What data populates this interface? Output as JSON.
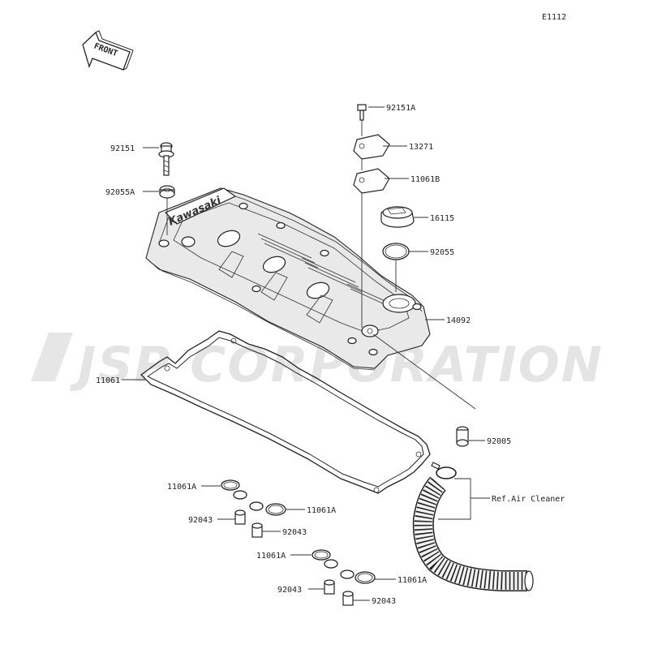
{
  "diagram_code": "E1112",
  "front_label": "FRONT",
  "watermark": "JSP CORPORATION",
  "engraving": "Kawasaki",
  "callouts": {
    "c92151A": "92151A",
    "c13271": "13271",
    "c11061B": "11061B",
    "c16115": "16115",
    "c92055": "92055",
    "c14092": "14092",
    "c92151": "92151",
    "c92055A": "92055A",
    "c11061": "11061",
    "c92005": "92005",
    "refAir": "Ref.Air Cleaner",
    "c11061A_1": "11061A",
    "c92043_1": "92043",
    "c11061A_2": "11061A",
    "c92043_2": "92043",
    "c11061A_3": "11061A",
    "c92043_3": "92043",
    "c11061A_4": "11061A",
    "c92043_4": "92043"
  }
}
